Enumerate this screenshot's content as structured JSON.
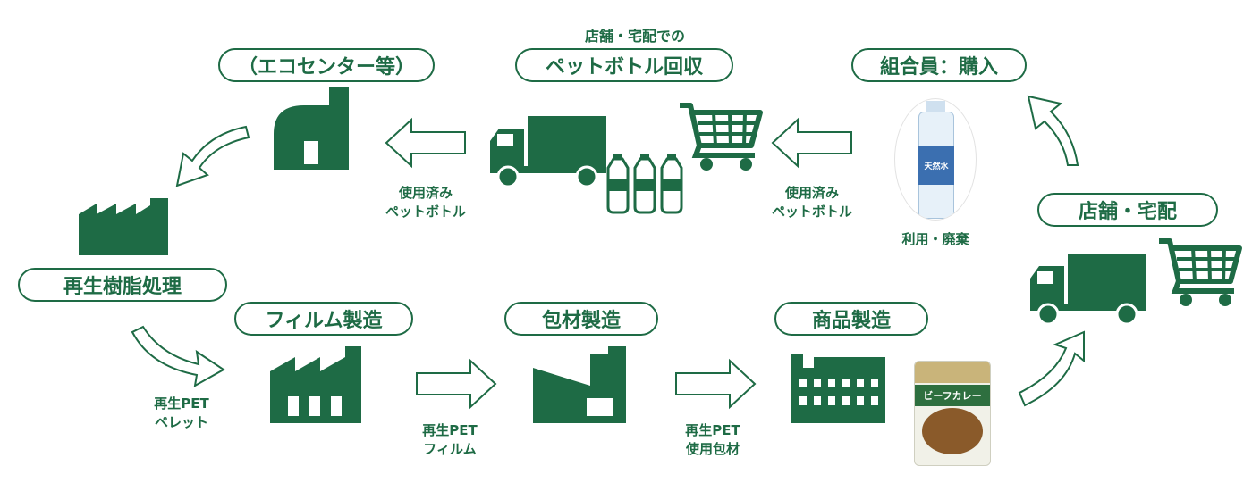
{
  "colors": {
    "primary": "#1e6b45",
    "arrow_outline": "#1e6b45"
  },
  "steps": {
    "eco_center": "（エコセンター等）",
    "collection_pre": "店舗・宅配での",
    "collection": "ペットボトル回収",
    "member": "組合員：購入",
    "store": "店舗・宅配",
    "recycle": "再生樹脂処理",
    "film": "フィルム製造",
    "packaging": "包材製造",
    "product": "商品製造"
  },
  "labels": {
    "used_bottle_left": [
      "使用済み",
      "ペットボトル"
    ],
    "used_bottle_right": [
      "使用済み",
      "ペットボトル"
    ],
    "use_dispose": "利用・廃棄",
    "pellet": [
      "再生PET",
      "ペレット"
    ],
    "film": [
      "再生PET",
      "フィルム"
    ],
    "packaging": [
      "再生PET",
      "使用包材"
    ]
  },
  "product_text": {
    "curry": "ビーフカレー",
    "bottle": "天然水"
  }
}
